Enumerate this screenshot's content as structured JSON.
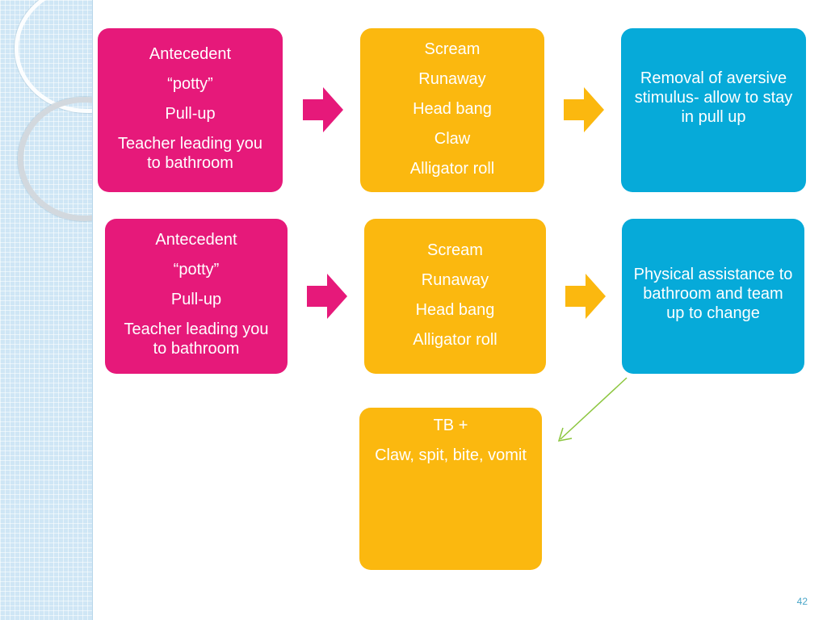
{
  "row1": {
    "antecedent": [
      "Antecedent",
      "“potty”",
      "Pull-up",
      "Teacher leading you to bathroom"
    ],
    "behaviors": [
      "Scream",
      "Runaway",
      "Head bang",
      "Claw",
      "Alligator roll"
    ],
    "consequence": "Removal of aversive stimulus- allow to stay in pull up"
  },
  "row2": {
    "antecedent": [
      "Antecedent",
      "“potty”",
      "Pull-up",
      "Teacher leading you to bathroom"
    ],
    "behaviors": [
      "Scream",
      "Runaway",
      "Head bang",
      "Alligator roll"
    ],
    "consequence": "Physical assistance to bathroom and team up to change"
  },
  "result": {
    "line1": "TB +",
    "line2": "Claw, spit, bite, vomit"
  },
  "page_number": "42",
  "colors": {
    "antecedent": "#e6197a",
    "behavior": "#fbb80f",
    "consequence": "#06aad9",
    "arrow_pink": "#e6197a",
    "arrow_gold": "#fbb80f",
    "connector": "#8cc63f"
  }
}
